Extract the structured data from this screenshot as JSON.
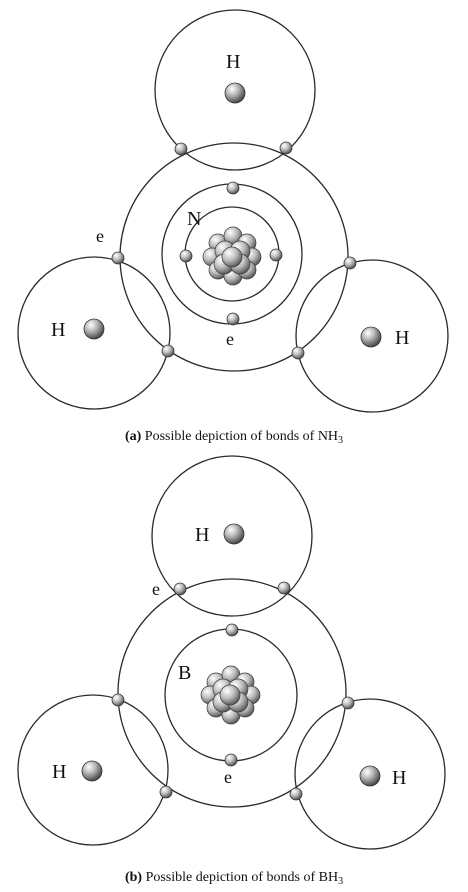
{
  "panel_a": {
    "caption_letter": "(a)",
    "caption_text": "Possible depiction of bonds of NH",
    "caption_sub": "3",
    "nucleus_label": "N",
    "h_labels": [
      "H",
      "H",
      "H"
    ],
    "electron_labels": [
      "e",
      "e"
    ]
  },
  "panel_b": {
    "caption_letter": "(b)",
    "caption_text": "Possible depiction of bonds of BH",
    "caption_sub": "3",
    "nucleus_label": "B",
    "h_labels": [
      "H",
      "H",
      "H"
    ],
    "electron_labels": [
      "e",
      "e"
    ]
  }
}
